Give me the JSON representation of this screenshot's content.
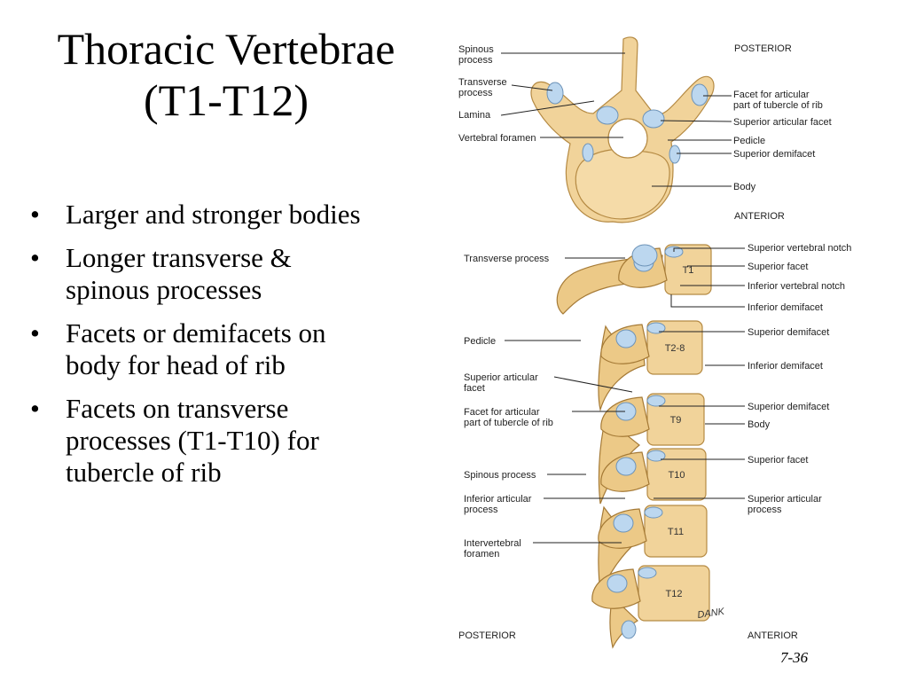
{
  "title": {
    "line1": "Thoracic Vertebrae",
    "line2": "(T1-T12)"
  },
  "bullets": [
    {
      "lines": [
        "Larger and stronger bodies"
      ]
    },
    {
      "lines": [
        "Longer transverse &",
        "spinous processes"
      ]
    },
    {
      "lines": [
        "Facets or demifacets on",
        "body for head of rib"
      ]
    },
    {
      "lines": [
        "Facets on transverse",
        "processes (T1-T10) for",
        "tubercle of rib"
      ]
    }
  ],
  "bullet_glyph": "•",
  "figure_top": {
    "orientation_top": "POSTERIOR",
    "orientation_bottom": "ANTERIOR",
    "left_labels": [
      [
        "Spinous",
        "process"
      ],
      [
        "Transverse",
        "process"
      ],
      [
        "Lamina"
      ],
      [
        "Vertebral foramen"
      ]
    ],
    "right_labels": [
      [
        "Facet for articular",
        "part of tubercle of rib"
      ],
      [
        "Superior articular facet"
      ],
      [
        "Pedicle"
      ],
      [
        "Superior demifacet"
      ],
      [
        "Body"
      ]
    ]
  },
  "figure_bottom": {
    "left_labels": [
      [
        "Transverse process"
      ],
      [
        "Pedicle"
      ],
      [
        "Superior articular",
        "facet"
      ],
      [
        "Facet for articular",
        "part of tubercle of rib"
      ],
      [
        "Spinous process"
      ],
      [
        "Inferior articular",
        "process"
      ],
      [
        "Intervertebral",
        "foramen"
      ]
    ],
    "right_labels": [
      [
        "Superior vertebral notch"
      ],
      [
        "Superior facet"
      ],
      [
        "Inferior vertebral notch"
      ],
      [
        "Inferior demifacet"
      ],
      [
        "Superior demifacet"
      ],
      [
        "Inferior demifacet"
      ],
      [
        "Superior demifacet"
      ],
      [
        "Body"
      ],
      [
        "Superior facet"
      ],
      [
        "Superior articular",
        "process"
      ]
    ],
    "vertebra_labels": [
      "T1",
      "T2-8",
      "T9",
      "T10",
      "T11",
      "T12"
    ],
    "signature": "DANK",
    "orientation_left": "POSTERIOR",
    "orientation_right": "ANTERIOR"
  },
  "page_number": "7-36"
}
